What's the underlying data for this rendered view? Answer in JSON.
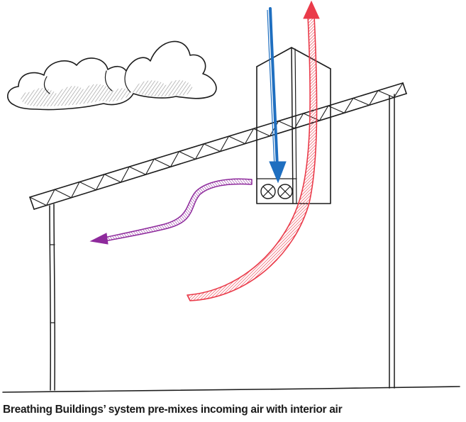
{
  "caption": "Breathing Buildings’ system pre-mixes incoming air with interior air",
  "colors": {
    "ink": "#1c1c1c",
    "incoming_air_arrow": "#1f6fc0",
    "outgoing_air_arrow": "#ea3b4a",
    "mixed_air_arrow": "#8e2a9c",
    "cloud_shading": "#9a9a9a"
  },
  "elements": [
    "cloud",
    "roof-truss",
    "ventilation-stack",
    "mixing-fans",
    "building-walls",
    "ground-line",
    "incoming-air-arrow",
    "outgoing-air-arrow",
    "mixed-air-arrow"
  ]
}
